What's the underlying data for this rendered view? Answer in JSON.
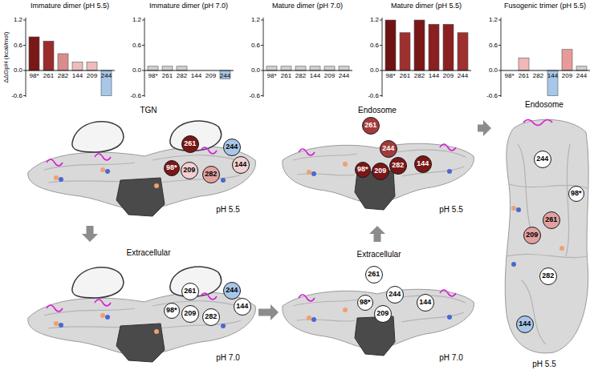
{
  "diagram": {
    "nodes": [
      {
        "text": [
          "TGN",
          "pH 5.5"
        ]
      },
      {
        "text": [
          "261"
        ],
        "in": 0
      },
      {
        "text": [
          "244"
        ],
        "in": 0
      },
      {
        "text": [
          "144"
        ],
        "in": 0
      },
      {
        "text": [
          "98*"
        ],
        "in": 0
      },
      {
        "text": [
          "209"
        ],
        "in": 0
      },
      {
        "text": [
          "282"
        ],
        "in": 0
      },
      {
        "text": [
          "Endosome",
          "pH 5.5"
        ]
      },
      {
        "text": [
          "261"
        ],
        "in": 7
      },
      {
        "text": [
          "244"
        ],
        "in": 7
      },
      {
        "text": [
          "144"
        ],
        "in": 7
      },
      {
        "text": [
          "282"
        ],
        "in": 7
      },
      {
        "text": [
          "98*"
        ],
        "in": 7
      },
      {
        "text": [
          "209"
        ],
        "in": 7
      },
      {
        "text": [
          "Endosome",
          "pH 5.5"
        ]
      },
      {
        "text": [
          "244"
        ],
        "in": 14
      },
      {
        "text": [
          "98*"
        ],
        "in": 14
      },
      {
        "text": [
          "261"
        ],
        "in": 14
      },
      {
        "text": [
          "209"
        ],
        "in": 14
      },
      {
        "text": [
          "282"
        ],
        "in": 14
      },
      {
        "text": [
          "144"
        ],
        "in": 14
      },
      {
        "text": [
          "Extracellular",
          "pH 7.0"
        ]
      },
      {
        "text": [
          "261"
        ],
        "in": 21
      },
      {
        "text": [
          "244"
        ],
        "in": 21
      },
      {
        "text": [
          "144"
        ],
        "in": 21
      },
      {
        "text": [
          "98*"
        ],
        "in": 21
      },
      {
        "text": [
          "209"
        ],
        "in": 21
      },
      {
        "text": [
          "282"
        ],
        "in": 21
      },
      {
        "text": [
          "Extracellular",
          "pH 7.0"
        ]
      },
      {
        "text": [
          "261"
        ],
        "in": 28
      },
      {
        "text": [
          "244"
        ],
        "in": 28
      },
      {
        "text": [
          "98*"
        ],
        "in": 28
      },
      {
        "text": [
          "144"
        ],
        "in": 28
      },
      {
        "text": [
          "209"
        ],
        "in": 28
      }
    ],
    "edges": [
      {
        "from": 0,
        "to": 21,
        "arrow": "to"
      },
      {
        "from": 21,
        "to": 28,
        "arrow": "to"
      },
      {
        "from": 28,
        "to": 7,
        "arrow": "to"
      },
      {
        "from": 7,
        "to": 14,
        "arrow": "to"
      }
    ],
    "labels": [
      "ΔΔGpH (kcal/mol)",
      "Immature dimer (pH 5.5)",
      "1.2",
      "0.6",
      "0.0",
      "-0.6",
      "98*",
      "261",
      "282",
      "144",
      "209",
      "244",
      "Immature dimer (pH 7.0)",
      "1.2",
      "0.6",
      "0.0",
      "-0.6",
      "98*",
      "261",
      "282",
      "144",
      "209",
      "244",
      "Mature dimer (pH 7.0)",
      "1.2",
      "0.6",
      "0.0",
      "-0.6",
      "98*",
      "261",
      "282",
      "144",
      "209",
      "244",
      "Mature dimer (pH 5.5)",
      "1.2",
      "0.6",
      "0.0",
      "-0.6",
      "98*",
      "261",
      "282",
      "144",
      "209",
      "244",
      "Fusogenic trimer (pH 5.5)",
      "1.2",
      "0.6",
      "0.0",
      "-0.6",
      "98*",
      "261",
      "282",
      "144",
      "209",
      "244"
    ]
  }
}
